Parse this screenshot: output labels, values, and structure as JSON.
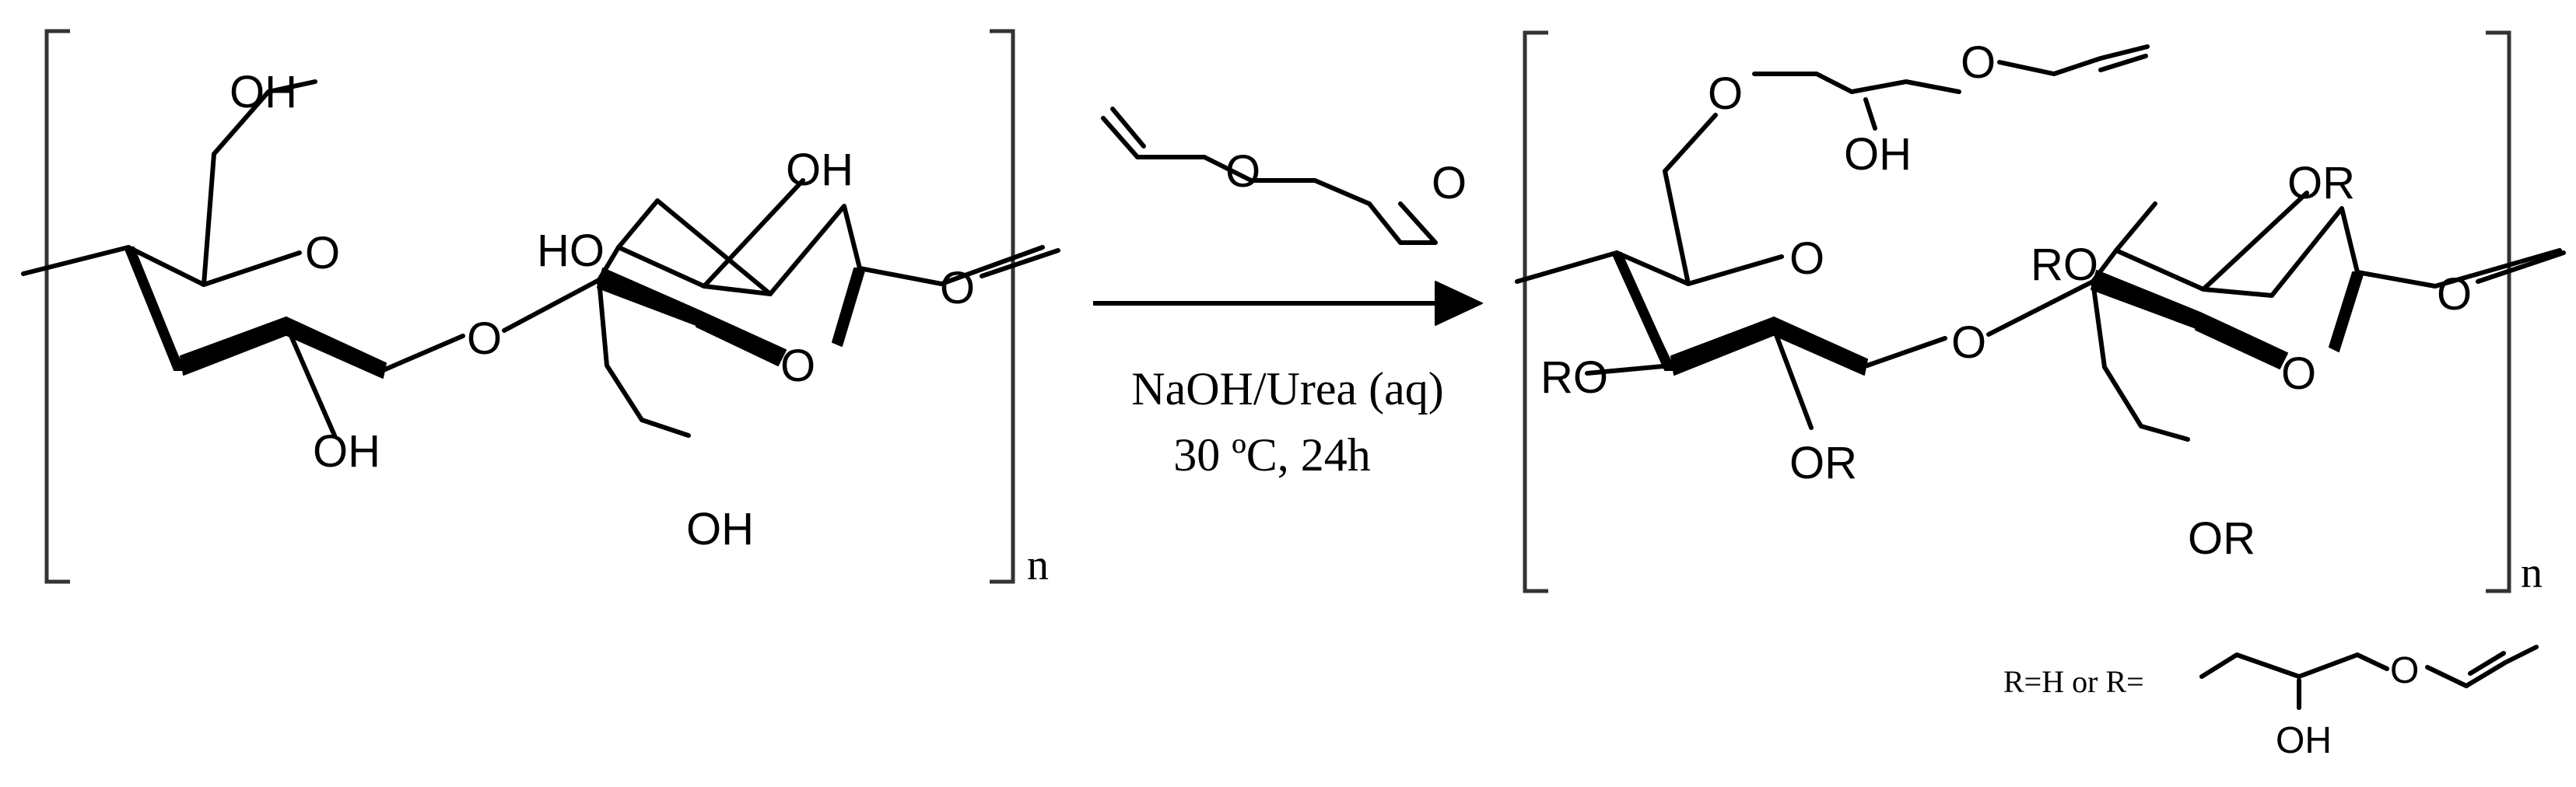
{
  "reactant": {
    "o_ring_left": "O",
    "o_glycosidic": "O",
    "o_ring_right": "O",
    "o_chain_end": "O",
    "oh_c6_left": "OH",
    "oh_c2_left": "OH",
    "oh_c2_right": "OH",
    "ho_c3_right": "HO",
    "oh_c6_right": "OH",
    "repeat_subscript": "n"
  },
  "reagent": {
    "o_ether": "O",
    "o_epoxide": "O"
  },
  "conditions": {
    "line1": "NaOH/Urea (aq)",
    "line2": "30 ºC, 24h"
  },
  "product": {
    "o_side_1": "O",
    "oh_side": "OH",
    "o_side_2": "O",
    "o_ring_left": "O",
    "o_glycosidic": "O",
    "o_ring_right": "O",
    "o_chain_end": "O",
    "or_c3_left": "RO",
    "or_c2_left": "OR",
    "or_c2_right": "OR",
    "ro_c3_right": "RO",
    "or_c6_right": "OR",
    "repeat_subscript": "n"
  },
  "r_definition": {
    "label": "R=H or R=",
    "o_ether": "O",
    "oh": "OH"
  }
}
